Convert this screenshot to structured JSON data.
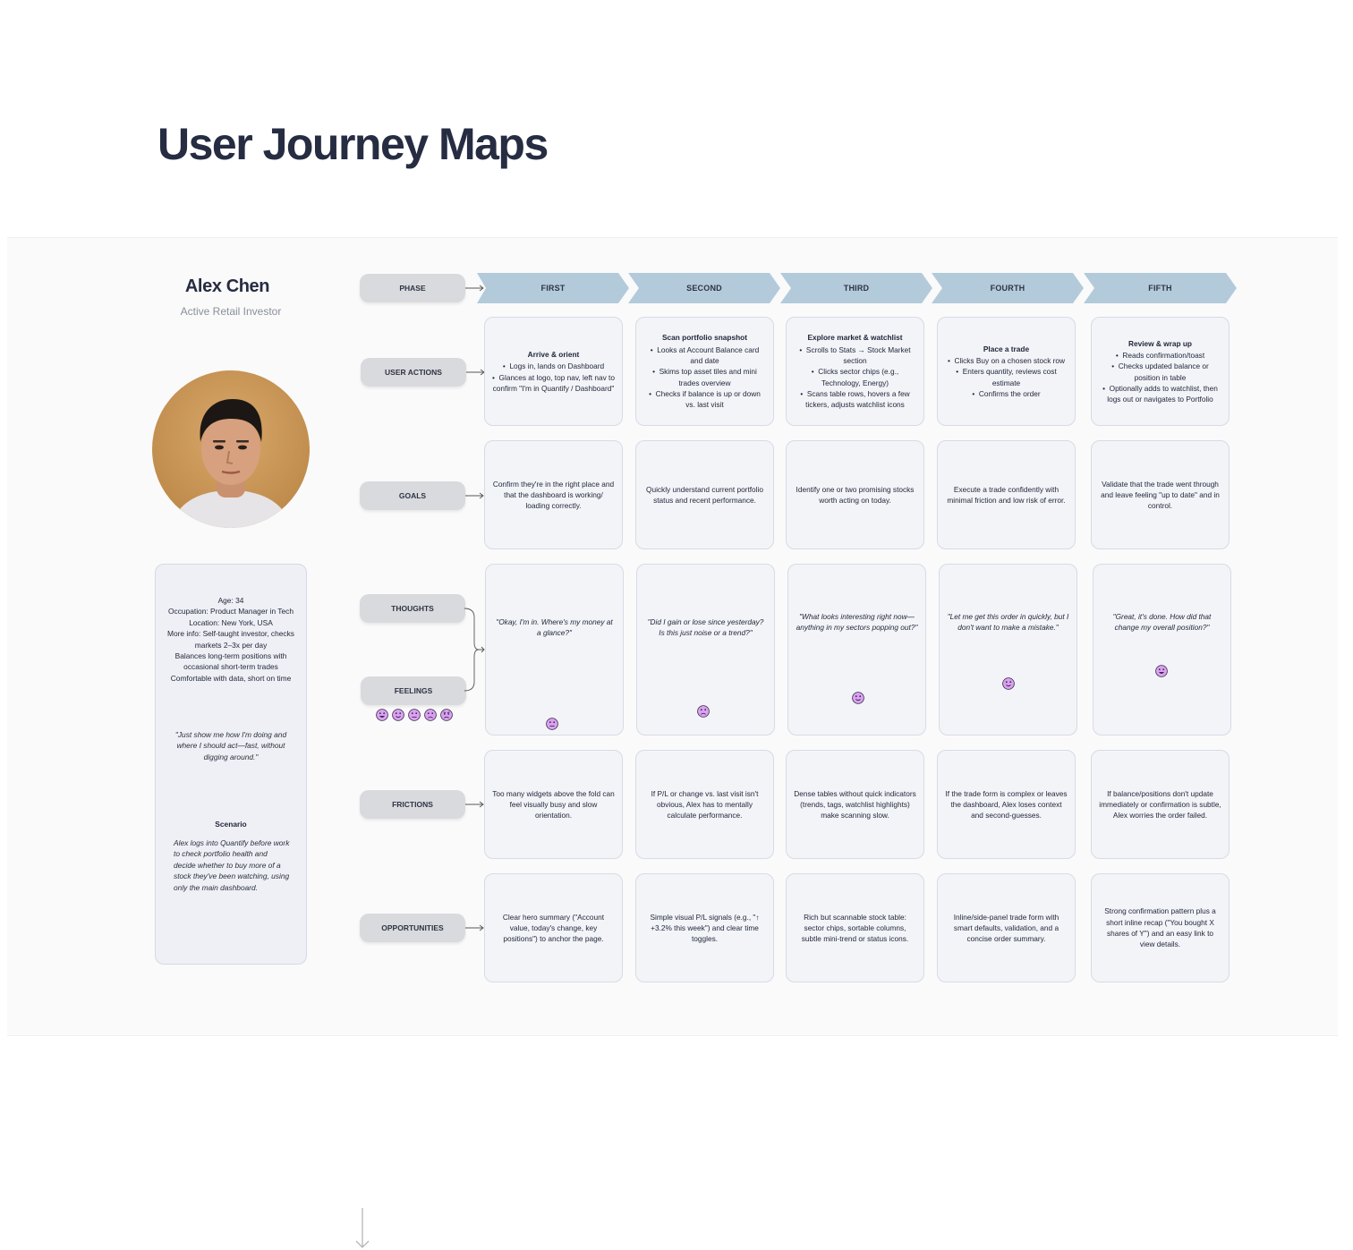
{
  "title": "User Journey Maps",
  "persona": {
    "name": "Alex Chen",
    "role": "Active Retail Investor",
    "info": [
      "Age: 34",
      "Occupation: Product Manager in Tech",
      "Location: New York, USA",
      "More info: Self-taught investor, checks markets 2–3x per day",
      "Balances long-term positions with occasional short-term trades",
      "Comfortable with data, short on time"
    ],
    "quote": "\"Just show me how I'm doing and where I should act—fast, without digging around.\"",
    "scenario_title": "Scenario",
    "scenario": "Alex logs into Quantify before work to check portfolio health and decide whether to buy more of a stock they've been watching, using only the main dashboard."
  },
  "row_labels": {
    "phase": "PHASE",
    "user_actions": "USER ACTIONS",
    "goals": "GOALS",
    "thoughts": "THOUGHTS",
    "feelings": "FEELINGS",
    "frictions": "FRICTIONS",
    "opportunities": "OPPORTUNITIES"
  },
  "feelings_scale": [
    "very-happy-face-icon",
    "happy-face-icon",
    "neutral-face-icon",
    "sad-face-icon",
    "angry-face-icon"
  ],
  "colors": {
    "phase_chevron": "#b3cadb",
    "emoji": "#d9a2f0",
    "emoji_stroke": "#3b2a4a"
  },
  "phases": [
    {
      "name": "FIRST",
      "action_title": "Arrive & orient",
      "actions": [
        "Logs in, lands on Dashboard",
        "Glances at logo, top nav, left nav to confirm \"I'm in Quantify / Dashboard\""
      ],
      "goal": "Confirm they're in the right place and that the dashboard is working/ loading correctly.",
      "thought": "\"Okay, I'm in. Where's my money at a glance?\"",
      "feeling": "neutral",
      "friction": "Too many widgets above the fold can feel visually busy and slow orientation.",
      "opportunity": "Clear hero summary (\"Account value, today's change, key positions\") to anchor the page."
    },
    {
      "name": "SECOND",
      "action_title": "Scan portfolio snapshot",
      "actions": [
        "Looks at Account Balance card and date",
        "Skims top asset tiles and mini trades overview",
        "Checks if balance is up or down vs. last visit"
      ],
      "goal": "Quickly understand current portfolio status and recent performance.",
      "thought": "\"Did I gain or lose since yesterday? Is this just noise or a trend?\"",
      "feeling": "sad",
      "friction": "If P/L or change vs. last visit isn't obvious, Alex has to mentally calculate performance.",
      "opportunity": "Simple visual P/L signals (e.g., \"↑ +3.2% this week\") and clear time toggles."
    },
    {
      "name": "THIRD",
      "action_title": "Explore market & watchlist",
      "actions": [
        "Scrolls to Stats → Stock Market section",
        "Clicks sector chips (e.g., Technology, Energy)",
        "Scans table rows, hovers a few tickers, adjusts watchlist icons"
      ],
      "goal": "Identify one or two promising stocks worth acting on today.",
      "thought": "\"What looks interesting right now—anything in my sectors popping out?\"",
      "feeling": "happy",
      "friction": "Dense tables without quick indicators (trends, tags, watchlist highlights) make scanning slow.",
      "opportunity": "Rich but scannable stock table: sector chips, sortable columns, subtle mini-trend or status icons."
    },
    {
      "name": "FOURTH",
      "action_title": "Place a trade",
      "actions": [
        "Clicks Buy on a chosen stock row",
        "Enters quantity, reviews cost estimate",
        "Confirms the order"
      ],
      "goal": "Execute a trade confidently with minimal friction and low risk of error.",
      "thought": "\"Let me get this order in quickly, but I don't want to make a mistake.\"",
      "feeling": "happy",
      "friction": "If the trade form is complex or leaves the dashboard, Alex loses context and second-guesses.",
      "opportunity": "Inline/side-panel trade form with smart defaults, validation, and a concise order summary."
    },
    {
      "name": "FIFTH",
      "action_title": "Review & wrap up",
      "actions": [
        "Reads confirmation/toast",
        "Checks updated balance or position in table",
        "Optionally adds to watchlist, then logs out or navigates to Portfolio"
      ],
      "goal": "Validate that the trade went through and leave feeling \"up to date\" and in control.",
      "thought": "\"Great, it's done. How did that change my overall position?\"",
      "feeling": "very-happy",
      "friction": "If balance/positions don't update immediately or confirmation is subtle, Alex worries the order failed.",
      "opportunity": "Strong confirmation pattern plus a short inline recap (\"You bought X shares of Y\") and an easy link to view details."
    }
  ]
}
